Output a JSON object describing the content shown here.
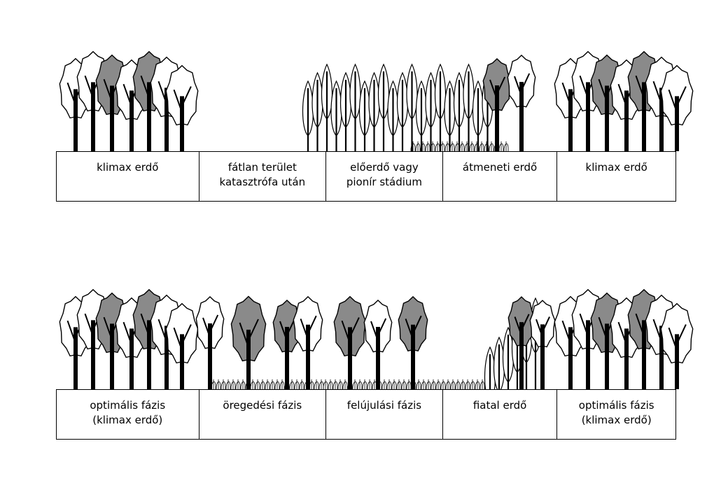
{
  "colors": {
    "ink": "#000000",
    "shade": "#8a8a8a",
    "paper": "#ffffff"
  },
  "rows": [
    {
      "labels": [
        "klimax erdő",
        "fátlan terület\nkatasztrófa után",
        "előerdő vagy\npionír stádium",
        "átmeneti erdő",
        "klimax erdő"
      ]
    },
    {
      "labels": [
        "optimális fázis\n(klimax erdő)",
        "öregedési fázis",
        "felújulási fázis",
        "fiatal erdő",
        "optimális fázis\n(klimax erdő)"
      ]
    }
  ]
}
